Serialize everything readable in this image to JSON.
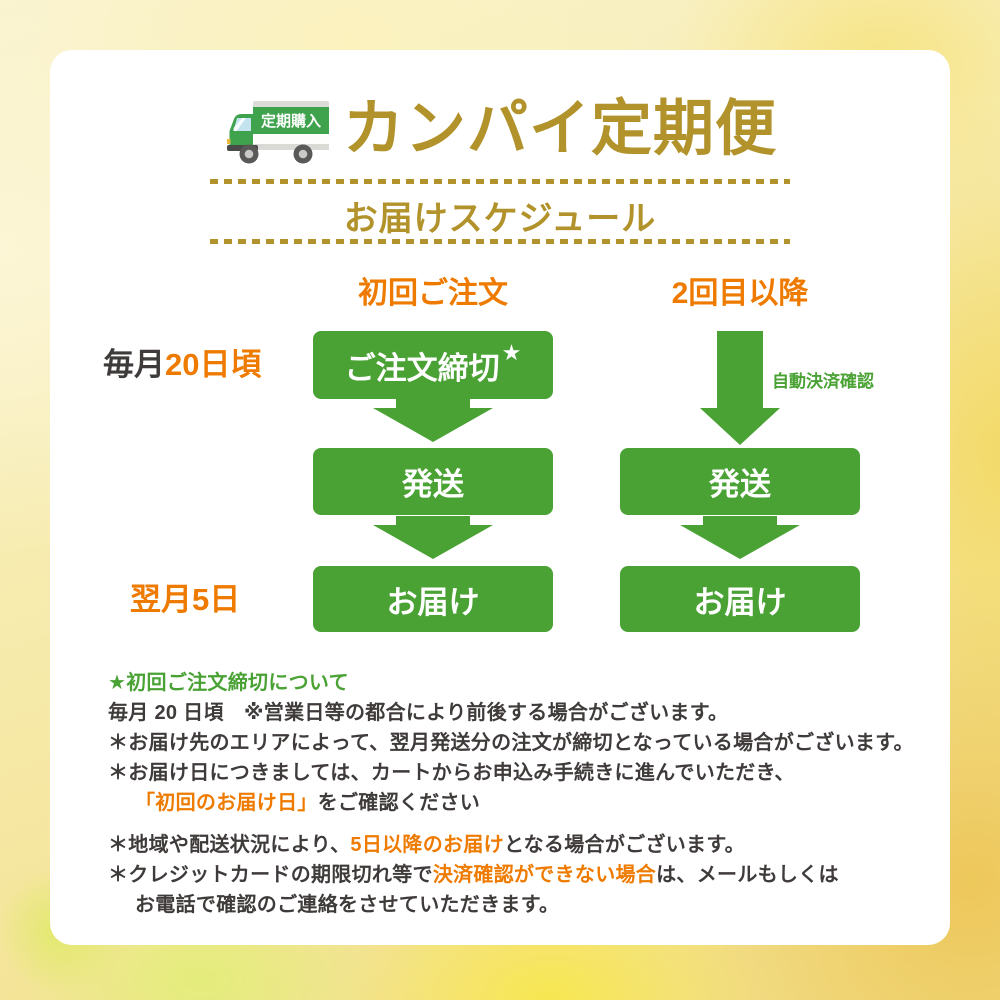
{
  "page": {
    "title": "カンパイ定期便",
    "subtitle": "お届けスケジュール",
    "truck_badge": "定期購入"
  },
  "columns": {
    "first": {
      "header": "初回ご注文",
      "box_deadline": "ご注文締切",
      "box_deadline_star": "★",
      "box_ship": "発送",
      "box_deliver": "お届け"
    },
    "repeat": {
      "header": "2回目以降",
      "arrow_note": "自動決済確認",
      "box_ship": "発送",
      "box_deliver": "お届け"
    }
  },
  "row_labels": {
    "deadline_prefix": "毎月",
    "deadline_date": "20日頃",
    "delivery_date": "翌月5日"
  },
  "notes": {
    "heading": "★初回ご注文締切について",
    "line1": "毎月 20 日頃　※営業日等の都合により前後する場合がございます。",
    "line2": "＊お届け先のエリアによって、翌月発送分の注文が締切となっている場合がございます。",
    "line3": "＊お届け日につきましては、カートからお申込み手続きに進んでいただき、",
    "line4_highlight": "「初回のお届け日」",
    "line4_rest": "をご確認ください",
    "line5_pre": "＊地域や配送状況により、",
    "line5_highlight": "5日以降のお届け",
    "line5_post": "となる場合がございます。",
    "line6_pre": "＊クレジットカードの期限切れ等で",
    "line6_highlight": "決済確認ができない場合",
    "line6_post": "は、メールもしくは",
    "line7": "お電話で確認のご連絡をさせていただきます。"
  },
  "colors": {
    "gold": "#b2922b",
    "green": "#4aa235",
    "orange": "#ee7b00",
    "dark": "#3f3b3a",
    "truck_green": "#3fa24c"
  }
}
